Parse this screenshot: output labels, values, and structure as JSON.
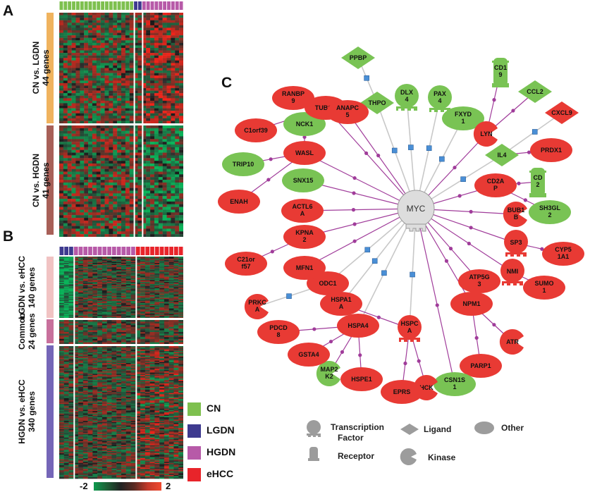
{
  "panel_labels": {
    "a": "A",
    "b": "B",
    "c": "C"
  },
  "panelA": {
    "groups": [
      {
        "label": "CN vs. LGDN\n44 genes",
        "color": "#f0b35e"
      },
      {
        "label": "CN vs. HGDN\n41 genes",
        "color": "#a86058"
      }
    ]
  },
  "panelB": {
    "groups": [
      {
        "label": "LGDN vs. eHCC\n140  genes",
        "color": "#f1c3c3"
      },
      {
        "label": "Common\n24  genes",
        "color": "#c8709c"
      },
      {
        "label": "HGDN vs. eHCC\n340  genes",
        "color": "#7566b8"
      }
    ],
    "scale_min": "-2",
    "scale_max": "2"
  },
  "sample_legend": [
    {
      "label": "CN",
      "color": "#7ec04f"
    },
    {
      "label": "LGDN",
      "color": "#3e3a8f"
    },
    {
      "label": "HGDN",
      "color": "#b75aa8"
    },
    {
      "label": "eHCC",
      "color": "#e8242a"
    }
  ],
  "colors": {
    "green_node": "#79c354",
    "red_node": "#e83a34",
    "hub_gray": "#dddddd",
    "edge_purple": "#a03c9a",
    "edge_gray": "#c8c8c8",
    "connector_blue": "#4a8fd6"
  },
  "network": {
    "hub": "MYC",
    "nodes": [
      {
        "id": "PPBP",
        "label": "PPBP",
        "shape": "ligand",
        "color": "green"
      },
      {
        "id": "THPO",
        "label": "THPO",
        "shape": "ligand",
        "color": "green"
      },
      {
        "id": "DLX4",
        "label": "DLX\n4",
        "shape": "tf",
        "color": "green"
      },
      {
        "id": "PAX4",
        "label": "PAX\n4",
        "shape": "tf",
        "color": "green"
      },
      {
        "id": "FXYD1",
        "label": "FXYD\n1",
        "shape": "ellipse",
        "color": "green"
      },
      {
        "id": "CD19",
        "label": "CD1\n9",
        "shape": "receptor",
        "color": "green"
      },
      {
        "id": "CCL2",
        "label": "CCL2",
        "shape": "ligand",
        "color": "green"
      },
      {
        "id": "CXCL9",
        "label": "CXCL9",
        "shape": "ligand",
        "color": "red"
      },
      {
        "id": "LYN",
        "label": "LYN",
        "shape": "kinase",
        "color": "red"
      },
      {
        "id": "IL4",
        "label": "IL4",
        "shape": "ligand",
        "color": "green"
      },
      {
        "id": "PRDX1",
        "label": "PRDX1",
        "shape": "ellipse",
        "color": "red"
      },
      {
        "id": "CD2AP",
        "label": "CD2A\nP",
        "shape": "ellipse",
        "color": "red"
      },
      {
        "id": "CD2",
        "label": "CD\n2",
        "shape": "receptor",
        "color": "green"
      },
      {
        "id": "SH3GL2",
        "label": "SH3GL\n2",
        "shape": "ellipse",
        "color": "green"
      },
      {
        "id": "BUB1B",
        "label": "BUB1\nB",
        "shape": "kinase",
        "color": "red"
      },
      {
        "id": "SP3",
        "label": "SP3",
        "shape": "tf",
        "color": "red"
      },
      {
        "id": "CYP51A1",
        "label": "CYP5\n1A1",
        "shape": "ellipse",
        "color": "red"
      },
      {
        "id": "NMI",
        "label": "NMI",
        "shape": "tf",
        "color": "red"
      },
      {
        "id": "SUMO1",
        "label": "SUMO\n1",
        "shape": "ellipse",
        "color": "red"
      },
      {
        "id": "ATP5G3",
        "label": "ATP5G\n3",
        "shape": "ellipse",
        "color": "red"
      },
      {
        "id": "NPM1",
        "label": "NPM1",
        "shape": "ellipse",
        "color": "red"
      },
      {
        "id": "ATR",
        "label": "ATR",
        "shape": "kinase",
        "color": "red"
      },
      {
        "id": "PARP1",
        "label": "PARP1",
        "shape": "ellipse",
        "color": "red"
      },
      {
        "id": "CSN1S1",
        "label": "CSN1S\n1",
        "shape": "ellipse",
        "color": "green"
      },
      {
        "id": "HCK",
        "label": "HCK",
        "shape": "kinase",
        "color": "red"
      },
      {
        "id": "EPRS",
        "label": "EPRS",
        "shape": "ellipse",
        "color": "red"
      },
      {
        "id": "HSPCA",
        "label": "HSPC\nA",
        "shape": "tf",
        "color": "red"
      },
      {
        "id": "HSPE1",
        "label": "HSPE1",
        "shape": "ellipse",
        "color": "red"
      },
      {
        "id": "MAP2K2",
        "label": "MAP2\nK2",
        "shape": "kinase",
        "color": "green"
      },
      {
        "id": "HSPA4",
        "label": "HSPA4",
        "shape": "ellipse",
        "color": "red"
      },
      {
        "id": "GSTA4",
        "label": "GSTA4",
        "shape": "ellipse",
        "color": "red"
      },
      {
        "id": "PDCD8",
        "label": "PDCD\n8",
        "shape": "ellipse",
        "color": "red"
      },
      {
        "id": "HSPA1A",
        "label": "HSPA1\nA",
        "shape": "ellipse",
        "color": "red"
      },
      {
        "id": "ODC1",
        "label": "ODC1",
        "shape": "ellipse",
        "color": "red"
      },
      {
        "id": "PRKCA",
        "label": "PRKC\nA",
        "shape": "kinase",
        "color": "red"
      },
      {
        "id": "MFN1",
        "label": "MFN1",
        "shape": "ellipse",
        "color": "red"
      },
      {
        "id": "KPNA2",
        "label": "KPNA\n2",
        "shape": "ellipse",
        "color": "red"
      },
      {
        "id": "C21orf57",
        "label": "C21or\nf57",
        "shape": "ellipse",
        "color": "red"
      },
      {
        "id": "ACTL6A",
        "label": "ACTL6\nA",
        "shape": "ellipse",
        "color": "red"
      },
      {
        "id": "SNX15",
        "label": "SNX15",
        "shape": "ellipse",
        "color": "green"
      },
      {
        "id": "ENAH",
        "label": "ENAH",
        "shape": "ellipse",
        "color": "red"
      },
      {
        "id": "WASL",
        "label": "WASL",
        "shape": "ellipse",
        "color": "red"
      },
      {
        "id": "TRIP10",
        "label": "TRIP10",
        "shape": "ellipse",
        "color": "green"
      },
      {
        "id": "NCK1",
        "label": "NCK1",
        "shape": "ellipse",
        "color": "green"
      },
      {
        "id": "C1orf39",
        "label": "C1orf39",
        "shape": "ellipse",
        "color": "red"
      },
      {
        "id": "TUBG1",
        "label": "TUBG1",
        "shape": "ellipse",
        "color": "red"
      },
      {
        "id": "RANBP9",
        "label": "RANBP\n9",
        "shape": "ellipse",
        "color": "red"
      },
      {
        "id": "ANAPC5",
        "label": "ANAPC\n5",
        "shape": "ellipse",
        "color": "red"
      }
    ]
  },
  "shape_key": [
    {
      "shape": "tf",
      "label": "Transcription\nFactor"
    },
    {
      "shape": "ligand",
      "label": "Ligand"
    },
    {
      "shape": "ellipse",
      "label": "Other"
    },
    {
      "shape": "receptor",
      "label": "Receptor"
    },
    {
      "shape": "kinase",
      "label": "Kinase"
    }
  ]
}
